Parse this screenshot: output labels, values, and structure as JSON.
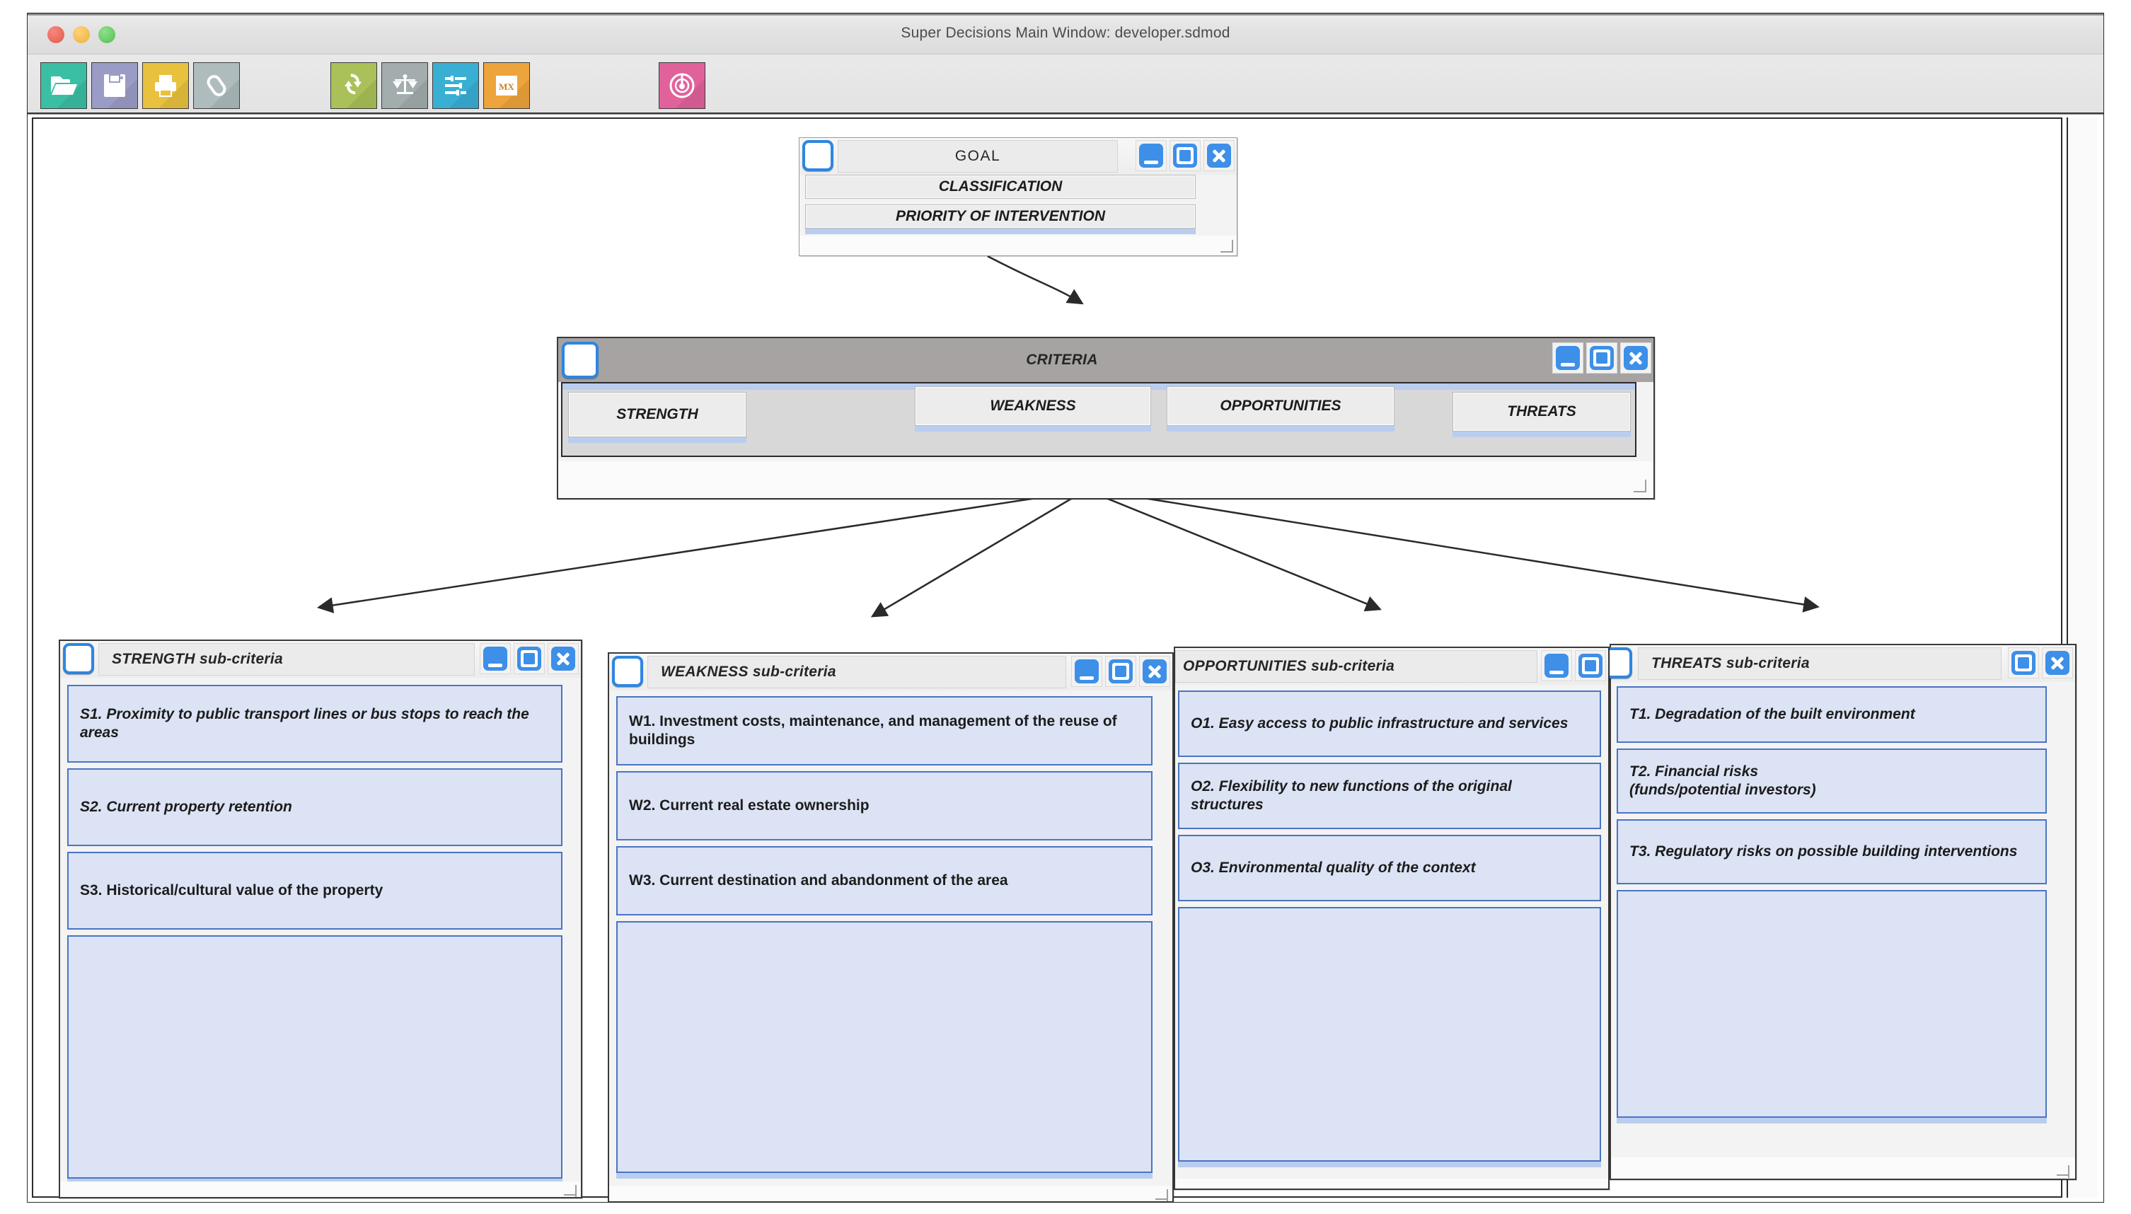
{
  "window": {
    "title": "Super Decisions Main Window: developer.sdmod",
    "traffic": {
      "close": "close-button",
      "minimize": "minimize-button",
      "maximize": "maximize-button"
    }
  },
  "toolbar": {
    "groups": [
      {
        "buttons": [
          {
            "name": "open-model-button",
            "icon": "folder-open-icon",
            "color": "#3bbfa4",
            "tooltip": "Open"
          },
          {
            "name": "save-model-button",
            "icon": "save-disk-icon",
            "color": "#9a9cc6",
            "tooltip": "Save"
          },
          {
            "name": "print-button",
            "icon": "printer-icon",
            "color": "#e8c13e",
            "tooltip": "Print"
          },
          {
            "name": "attach-button",
            "icon": "paperclip-icon",
            "color": "#aebcbd",
            "tooltip": "Attach"
          }
        ]
      },
      {
        "buttons": [
          {
            "name": "sync-button",
            "icon": "sync-arrows-icon",
            "color": "#a9c158",
            "tooltip": "Sync"
          },
          {
            "name": "compare-button",
            "icon": "scales-icon",
            "color": "#a3adae",
            "tooltip": "Compare"
          },
          {
            "name": "ratings-button",
            "icon": "sliders-icon",
            "color": "#3aafd4",
            "tooltip": "Ratings"
          },
          {
            "name": "matrix-button",
            "icon": "matrix-grid-icon",
            "color": "#eda43c",
            "tooltip": "Matrix"
          }
        ]
      },
      {
        "buttons": [
          {
            "name": "network-button",
            "icon": "radar-network-icon",
            "color": "#e1629b",
            "tooltip": "Network"
          }
        ]
      }
    ]
  },
  "clusters": [
    {
      "id": "goal",
      "name": "cluster-window-goal",
      "title": "GOAL",
      "title_style": "plain",
      "bar": "light",
      "buttons": [
        "minimize",
        "maximize",
        "close"
      ],
      "nodes": [
        {
          "label": "CLASSIFICATION",
          "style": "gray"
        },
        {
          "label": "PRIORITY OF INTERVENTION",
          "style": "gray"
        }
      ]
    },
    {
      "id": "criteria",
      "name": "cluster-window-criteria",
      "title": "CRITERIA",
      "title_style": "italic",
      "bar": "dark",
      "buttons": [
        "minimize",
        "maximize",
        "close"
      ],
      "nodes": [
        {
          "label": "STRENGTH",
          "style": "gray"
        },
        {
          "label": "WEAKNESS",
          "style": "gray"
        },
        {
          "label": "OPPORTUNITIES",
          "style": "gray"
        },
        {
          "label": "THREATS",
          "style": "gray"
        }
      ]
    },
    {
      "id": "strength",
      "name": "cluster-window-strength-subcriteria",
      "title": "STRENGTH  sub-criteria",
      "title_style": "italic",
      "bar": "light",
      "buttons": [
        "minimize",
        "maximize",
        "close"
      ],
      "nodes": [
        {
          "label": "S1. Proximity to public transport lines or bus stops to reach the areas",
          "style": "blue-italic"
        },
        {
          "label": "S2. Current property retention",
          "style": "blue-italic"
        },
        {
          "label": "S3. Historical/cultural value of the property",
          "style": "blue"
        },
        {
          "label": "",
          "style": "blue"
        }
      ]
    },
    {
      "id": "weakness",
      "name": "cluster-window-weakness-subcriteria",
      "title": "WEAKNESS sub-criteria",
      "title_style": "italic",
      "bar": "light",
      "buttons": [
        "minimize",
        "maximize",
        "close"
      ],
      "nodes": [
        {
          "label": "W1. Investment costs, maintenance, and management of the reuse of buildings",
          "style": "blue"
        },
        {
          "label": "W2. Current real estate ownership",
          "style": "blue"
        },
        {
          "label": "W3. Current destination and abandonment of the area",
          "style": "blue"
        },
        {
          "label": "",
          "style": "blue"
        }
      ]
    },
    {
      "id": "opportunities",
      "name": "cluster-window-opportunities-subcriteria",
      "title": "OPPORTUNITIES sub-criteria",
      "title_style": "italic",
      "bar": "light",
      "buttons": [
        "minimize",
        "maximize"
      ],
      "nodes": [
        {
          "label": "O1. Easy access to public infrastructure and services",
          "style": "blue-italic"
        },
        {
          "label": "O2. Flexibility to new functions of the original structures",
          "style": "blue-italic"
        },
        {
          "label": "O3. Environmental quality of the context",
          "style": "blue-italic"
        },
        {
          "label": "",
          "style": "blue"
        }
      ]
    },
    {
      "id": "threats",
      "name": "cluster-window-threats-subcriteria",
      "title": "THREATS sub-criteria",
      "title_style": "italic",
      "bar": "light",
      "buttons": [
        "maximize",
        "close"
      ],
      "nodes": [
        {
          "label": "T1. Degradation of the built environment",
          "style": "blue-italic"
        },
        {
          "label": "T2. Financial risks\n(funds/potential investors)",
          "style": "blue-italic"
        },
        {
          "label": "T3. Regulatory risks on possible building interventions",
          "style": "blue-italic"
        },
        {
          "label": "",
          "style": "blue"
        }
      ]
    }
  ],
  "connections": [
    {
      "from": "goal",
      "to": "criteria"
    },
    {
      "from": "criteria",
      "to": "strength"
    },
    {
      "from": "criteria",
      "to": "weakness"
    },
    {
      "from": "criteria",
      "to": "opportunities"
    },
    {
      "from": "criteria",
      "to": "threats"
    }
  ],
  "colors": {
    "accent_blue": "#3d8fe8",
    "node_fill": "#dbe3f4",
    "node_border": "#4a74c4",
    "criteria_bar": "#a7a3a3",
    "strip_blue": "#b9cdee"
  }
}
